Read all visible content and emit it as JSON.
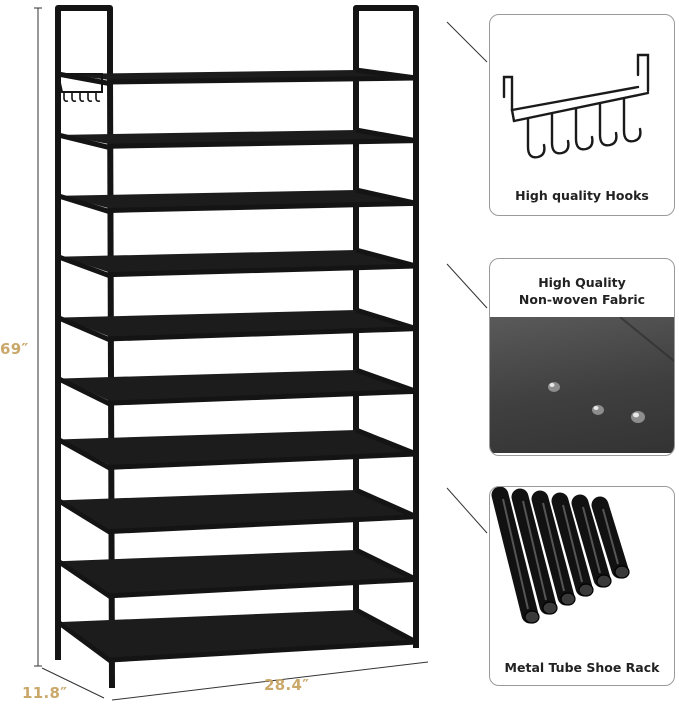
{
  "dimensions": {
    "height": "69″",
    "depth": "11.8″",
    "width": "28.4″"
  },
  "feature_panels": [
    {
      "caption": "High quality Hooks",
      "icon": "hooks-icon"
    },
    {
      "caption_line1": "High Quality",
      "caption_line2": "Non-woven Fabric",
      "icon": "fabric-texture"
    },
    {
      "caption": "Metal Tube Shoe Rack",
      "icon": "metal-tubes-icon"
    }
  ],
  "colors": {
    "frame": "#141414",
    "shelf": "#1c1c1c",
    "dimension_text": "#c9a86a",
    "panel_border": "#9a9a9a"
  },
  "rack": {
    "tiers": 10
  }
}
